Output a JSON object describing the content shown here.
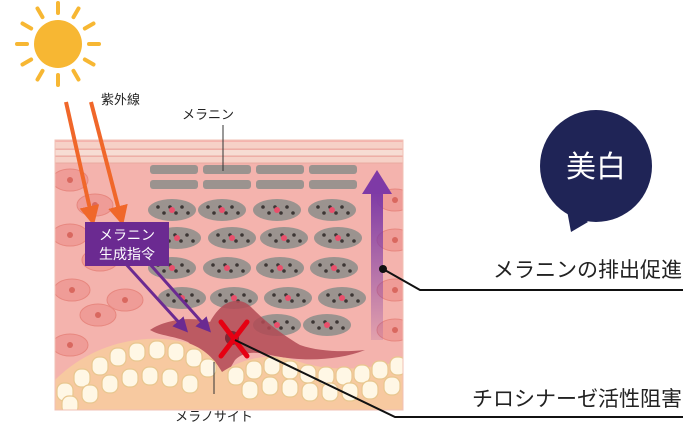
{
  "labels": {
    "uv": "紫外線",
    "melanin_top": "メラニン",
    "signal_line1": "メラニン",
    "signal_line2": "生成指令",
    "badge": "美白",
    "effect_discharge": "メラニンの排出促進",
    "effect_inhibit": "チロシナーゼ活性阻害",
    "melanocyte": "メラノサイト"
  },
  "colors": {
    "sun": "#f7b733",
    "uv_arrow": "#f0672a",
    "skin": "#f4b3ad",
    "skin_cell": "#ef9c97",
    "stratum": "#f6d1c7",
    "melanin": "#9b938f",
    "signal": "#6b2a91",
    "discharge_arrow": "#7e3aa6",
    "cross": "#e60012",
    "badge": "#1f2456",
    "basal": "#fff7e5"
  }
}
